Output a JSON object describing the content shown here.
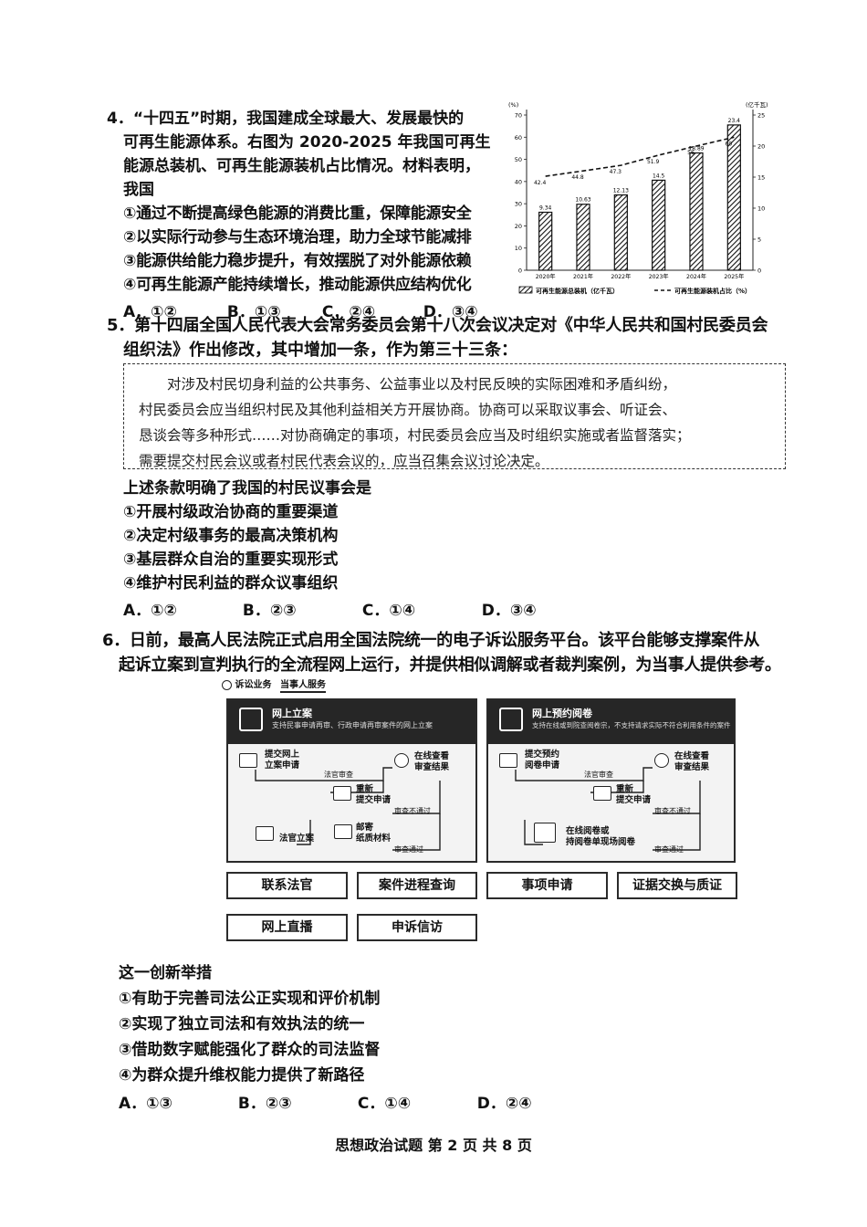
{
  "q4": {
    "lines": [
      "4．“十四五”时期，我国建成全球最大、发展最快的",
      "可再生能源体系。右图为 2020-2025 年我国可再生",
      "能源总装机、可再生能源装机占比情况。材料表明，",
      "我国"
    ],
    "items": [
      "①通过不断提高绿色能源的消费比重，保障能源安全",
      "②以实际行动参与生态环境治理，助力全球节能减排",
      "③能源供给能力稳步提升，有效摆脱了对外能源依赖",
      "④可再生能源产能持续增长，推动能源供应结构优化"
    ],
    "options": [
      "A．①②",
      "B．①③",
      "C．②④",
      "D．③④"
    ]
  },
  "chart_data": {
    "type": "bar",
    "categories": [
      "2020年",
      "2021年",
      "2022年",
      "2023年",
      "2024年",
      "2025年"
    ],
    "series": [
      {
        "name": "可再生能源总装机（亿千瓦）",
        "type": "bar",
        "axis": "right",
        "values": [
          9.34,
          10.63,
          12.13,
          14.5,
          18.89,
          23.4
        ]
      },
      {
        "name": "可再生能源装机占比（%）",
        "type": "line",
        "axis": "left",
        "values": [
          42.4,
          44.8,
          47.3,
          51.9,
          56,
          60
        ]
      }
    ],
    "left_axis": {
      "unit": "(%)",
      "ticks": [
        0,
        10,
        20,
        30,
        40,
        50,
        60,
        70
      ],
      "ylim": [
        0,
        70
      ]
    },
    "right_axis": {
      "unit": "(亿千瓦)",
      "ticks": [
        0,
        5,
        10,
        15,
        20,
        25
      ],
      "ylim": [
        0,
        25
      ]
    },
    "legend_position": "bottom"
  },
  "q5": {
    "lines": [
      "5．第十四届全国人民代表大会常务委员会第十八次会议决定对《中华人民共和国村民委员会",
      "组织法》作出修改，其中增加一条，作为第三十三条："
    ],
    "quote": [
      "对涉及村民切身利益的公共事务、公益事业以及村民反映的实际困难和矛盾纠纷，",
      "村民委员会应当组织村民及其他利益相关方开展协商。协商可以采取议事会、听证会、",
      "恳谈会等多种形式……对协商确定的事项，村民委员会应当及时组织实施或者监督落实；",
      "需要提交村民会议或者村民代表会议的，应当召集会议讨论决定。"
    ],
    "stem": "上述条款明确了我国的村民议事会是",
    "items": [
      "①开展村级政治协商的重要渠道",
      "②决定村级事务的最高决策机构",
      "③基层群众自治的重要实现形式",
      "④维护村民利益的群众议事组织"
    ],
    "options": [
      "A．①②",
      "B．②③",
      "C．①④",
      "D．③④"
    ]
  },
  "q6": {
    "lines": [
      "6．日前，最高人民法院正式启用全国法院统一的电子诉讼服务平台。该平台能够支撑案件从",
      "起诉立案到宣判执行的全流程网上运行，并提供相似调解或者裁判案例，为当事人提供参考。"
    ],
    "platform": {
      "tab1": "诉讼业务",
      "tab2": "当事人服务",
      "left_panel": {
        "title": "网上立案",
        "subtitle": "支持民事申请再审、行政申请再审案件的网上立案",
        "steps": {
          "submit": "提交网上\n立案申请",
          "judge_review": "法官审查",
          "online_view": "在线查看\n审查结果",
          "resubmit": "重新\n提交申请",
          "not_passed": "审查不通过",
          "judge_file": "法官立案",
          "mail": "邮寄\n纸质材料",
          "passed": "审查通过"
        }
      },
      "right_panel": {
        "title": "网上预约阅卷",
        "subtitle": "支持在线或到院查阅卷宗，不支持请求实际不符合利用条件的案件",
        "steps": {
          "submit": "提交预约\n阅卷申请",
          "judge_review": "法官审查",
          "online_view": "在线查看\n审查结果",
          "resubmit": "重新\n提交申请",
          "not_passed": "审查不通过",
          "online_read": "在线阅卷或\n持阅卷单现场阅卷",
          "passed": "审查通过"
        }
      },
      "buttons": [
        "联系法官",
        "案件进程查询",
        "事项申请",
        "证据交换与质证",
        "网上直播",
        "申诉信访"
      ]
    },
    "stem": "这一创新举措",
    "items": [
      "①有助于完善司法公正实现和评价机制",
      "②实现了独立司法和有效执法的统一",
      "③借助数字赋能强化了群众的司法监督",
      "④为群众提升维权能力提供了新路径"
    ],
    "options": [
      "A．①③",
      "B．②③",
      "C．①④",
      "D．②④"
    ]
  },
  "footer": "思想政治试题 第 2 页 共 8 页"
}
